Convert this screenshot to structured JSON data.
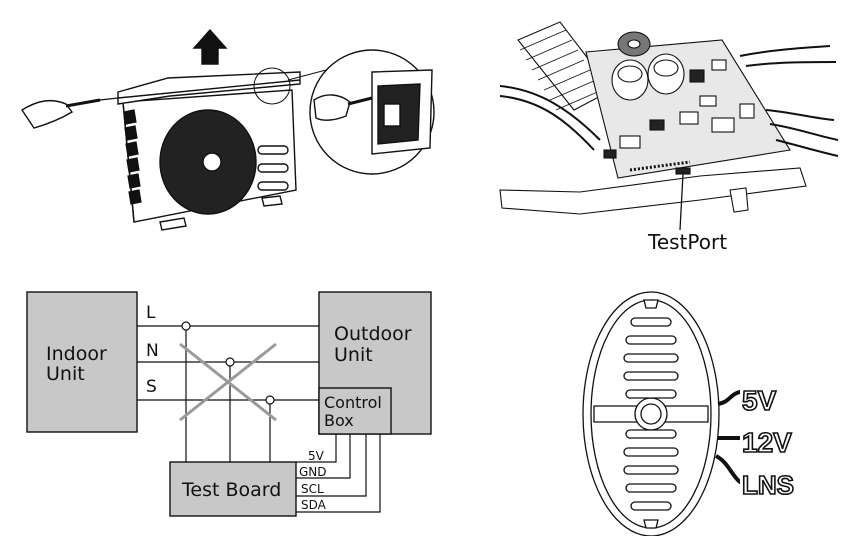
{
  "pcb": {
    "callout": "TestPort"
  },
  "wiring": {
    "indoor_unit": {
      "line1": "Indoor",
      "line2": "Unit"
    },
    "outdoor_unit": {
      "line1": "Outdoor",
      "line2": "Unit"
    },
    "control_box": {
      "line1": "Control",
      "line2": "Box"
    },
    "test_board": "Test Board",
    "line_labels": {
      "l": "L",
      "n": "N",
      "s": "S"
    },
    "board_pins": {
      "v5": "5V",
      "gnd": "GND",
      "scl": "SCL",
      "sda": "SDA"
    }
  },
  "selector": {
    "options": {
      "v5": "5V",
      "v12": "12V",
      "lns": "LNS"
    }
  }
}
